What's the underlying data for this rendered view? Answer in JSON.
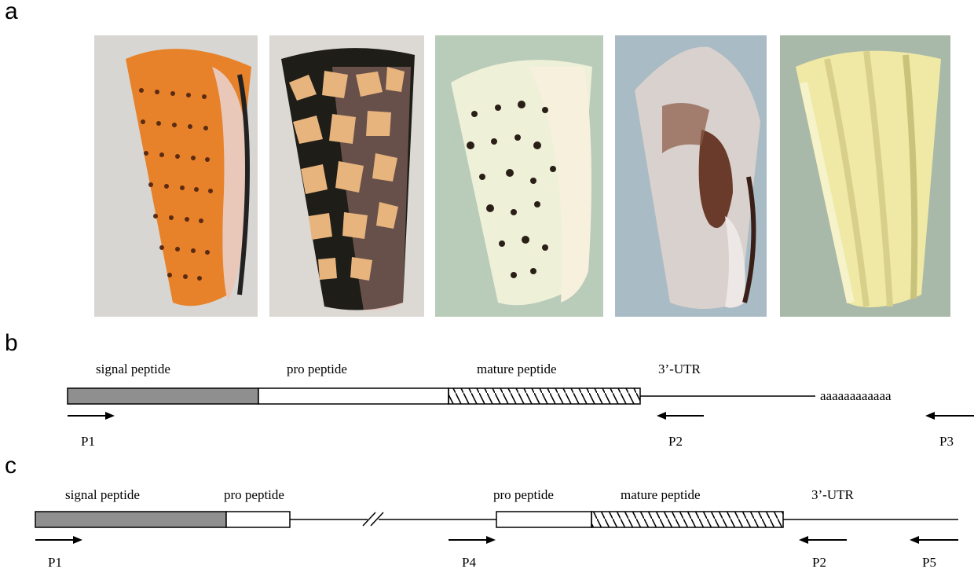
{
  "panels": {
    "a": "a",
    "b": "b",
    "c": "c"
  },
  "shells": [
    {
      "label": "orange cone shell with dark spot rows",
      "bg": "#d7d6d2",
      "body": "#e7822b",
      "dark": "#5a2a12",
      "lip": "#e9c8b9"
    },
    {
      "label": "marbled cone shell with cream tents on black",
      "bg": "#dcd9d4",
      "body": "#e8b47e",
      "dark": "#1e1d17",
      "lip": "#f1b2a8"
    },
    {
      "label": "cream cone shell with black dots",
      "bg": "#b9cbb9",
      "body": "#eef0d8",
      "dark": "#2a1f16",
      "lip": "#f6f0dd"
    },
    {
      "label": "white and brown mottled cone shell",
      "bg": "#a9bbc4",
      "body": "#d9d1cd",
      "dark": "#6a3b2a",
      "lip": "#ede8e6"
    },
    {
      "label": "pale yellow cone shell",
      "bg": "#a9b9a9",
      "body": "#efe9a5",
      "dark": "#c9c27a",
      "lip": "#f6f2c9"
    }
  ],
  "diagram_b": {
    "signal": "signal peptide",
    "pro": "pro peptide",
    "mature": "mature peptide",
    "utr": "3’-UTR",
    "polya": "aaaaaaaaaaaa",
    "primers": [
      "P1",
      "P2",
      "P3"
    ]
  },
  "diagram_c": {
    "signal": "signal peptide",
    "pro1": "pro peptide",
    "pro2": "pro peptide",
    "mature": "mature peptide",
    "utr": "3’-UTR",
    "primers": [
      "P1",
      "P4",
      "P2",
      "P5"
    ]
  },
  "colors": {
    "signal_fill": "#8f8f8f",
    "line": "#000000"
  }
}
